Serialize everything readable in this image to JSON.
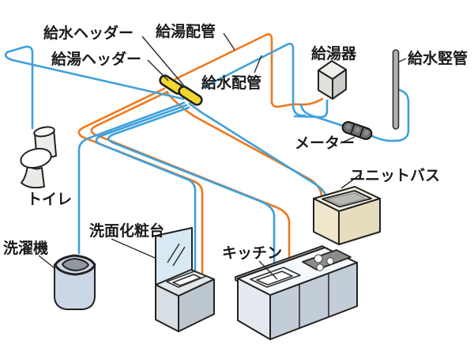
{
  "diagram": {
    "labels": {
      "cold_header": "給水ヘッダー",
      "hot_header": "給湯ヘッダー",
      "hot_piping": "給湯配管",
      "cold_piping": "給水配管",
      "water_heater": "給湯器",
      "cold_riser": "給水竪管",
      "meter": "メーター",
      "unit_bath": "ユニットバス",
      "toilet": "トイレ",
      "washing_machine": "洗濯機",
      "vanity": "洗面化粧台",
      "kitchen": "キッチン"
    },
    "colors": {
      "cold_pipe": "#3fa0db",
      "hot_pipe": "#f0781e",
      "header_fill": "#f2d82e",
      "label_text": "#1a1a1a"
    }
  }
}
